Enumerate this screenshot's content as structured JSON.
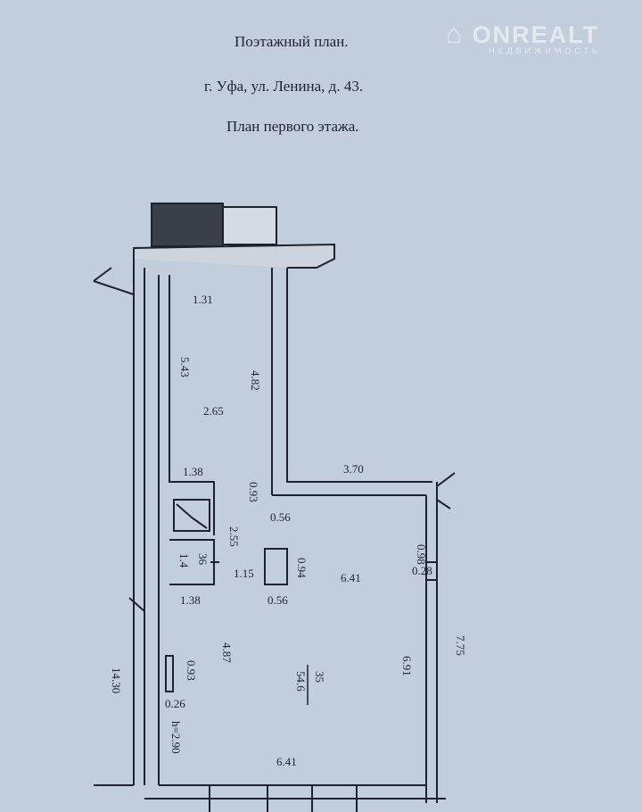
{
  "header": {
    "title": "Поэтажный план.",
    "address": "г. Уфа, ул.  Ленина,  д. 43.",
    "subtitle": "План первого этажа."
  },
  "watermark": {
    "brand": "ONREALT",
    "tagline": "НЕДВИЖИМОСТЬ"
  },
  "dimensions": {
    "d1": "1.31",
    "d2": "5.43",
    "d3": "4.82",
    "d4": "2.65",
    "d5": "1.38",
    "d6": "0.93",
    "d7": "3.70",
    "d8": "0.56",
    "d9": "14.30",
    "d10": "2.55",
    "d11_num": "36",
    "d11_den": "1.4",
    "d12": "1.15",
    "d13": "0.94",
    "d14": "6.41",
    "d15": "0.98",
    "d16": "0.28",
    "d17": "0.56",
    "d18": "1.38",
    "d19": "4.87",
    "d20": "0.93",
    "d21": "6.91",
    "d22": "7.75",
    "d23_num": "35",
    "d23_den": "54.6",
    "d24": "0.26",
    "d25": "h=2.90",
    "d26": "6.41"
  }
}
